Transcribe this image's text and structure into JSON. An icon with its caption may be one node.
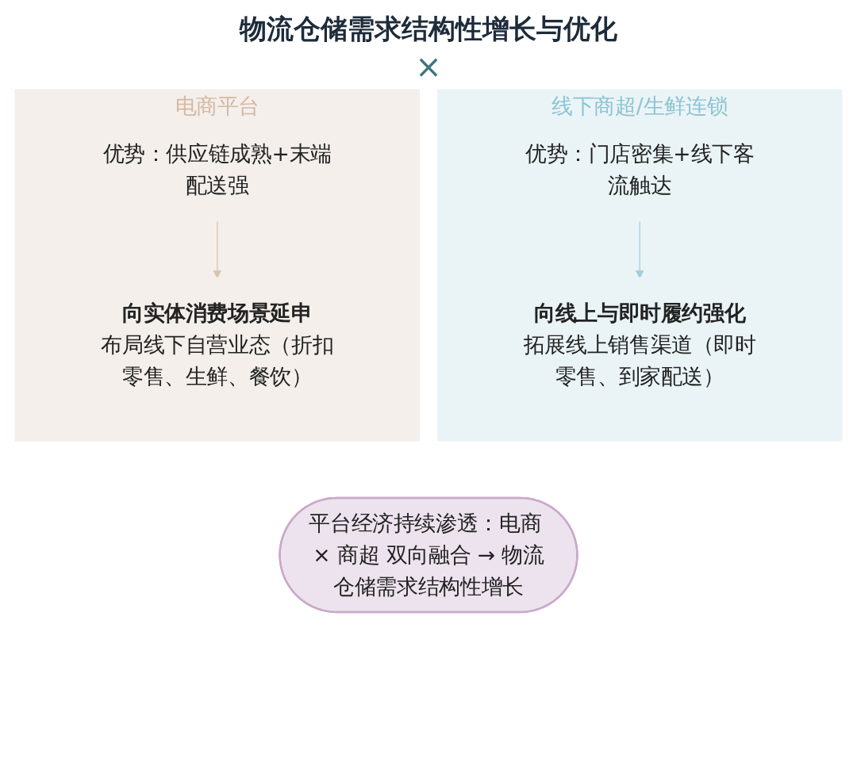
{
  "diagram": {
    "title": "物流仓储需求结构性增长与优化",
    "nodes": [
      {
        "text": [
          "电商平台"
        ]
      },
      {
        "text": [
          "优势：供应链成熟+末端配送强"
        ],
        "in": 0
      },
      {
        "text": [
          "向实体消费场景延申",
          "布局线下自营业态（折扣零售、生鲜、餐饮）"
        ],
        "in": 0
      },
      {
        "text": [
          "线下商超/生鲜连锁"
        ]
      },
      {
        "text": [
          "优势：门店密集+线下客流触达"
        ],
        "in": 3
      },
      {
        "text": [
          "向线上与即时履约强化",
          "拓展线上销售渠道（即时零售、到家配送）"
        ],
        "in": 3
      },
      {
        "text": [
          "平台经济持续渗透：电商 × 商超 双向融合 → 物流仓储需求结构性增长"
        ]
      }
    ],
    "edges": [
      {
        "from": 1,
        "to": 2,
        "arrow": "to",
        "color": "#d9c3b1"
      },
      {
        "from": 4,
        "to": 5,
        "arrow": "to",
        "color": "#9fcfda"
      }
    ],
    "labels": [
      "×"
    ]
  }
}
